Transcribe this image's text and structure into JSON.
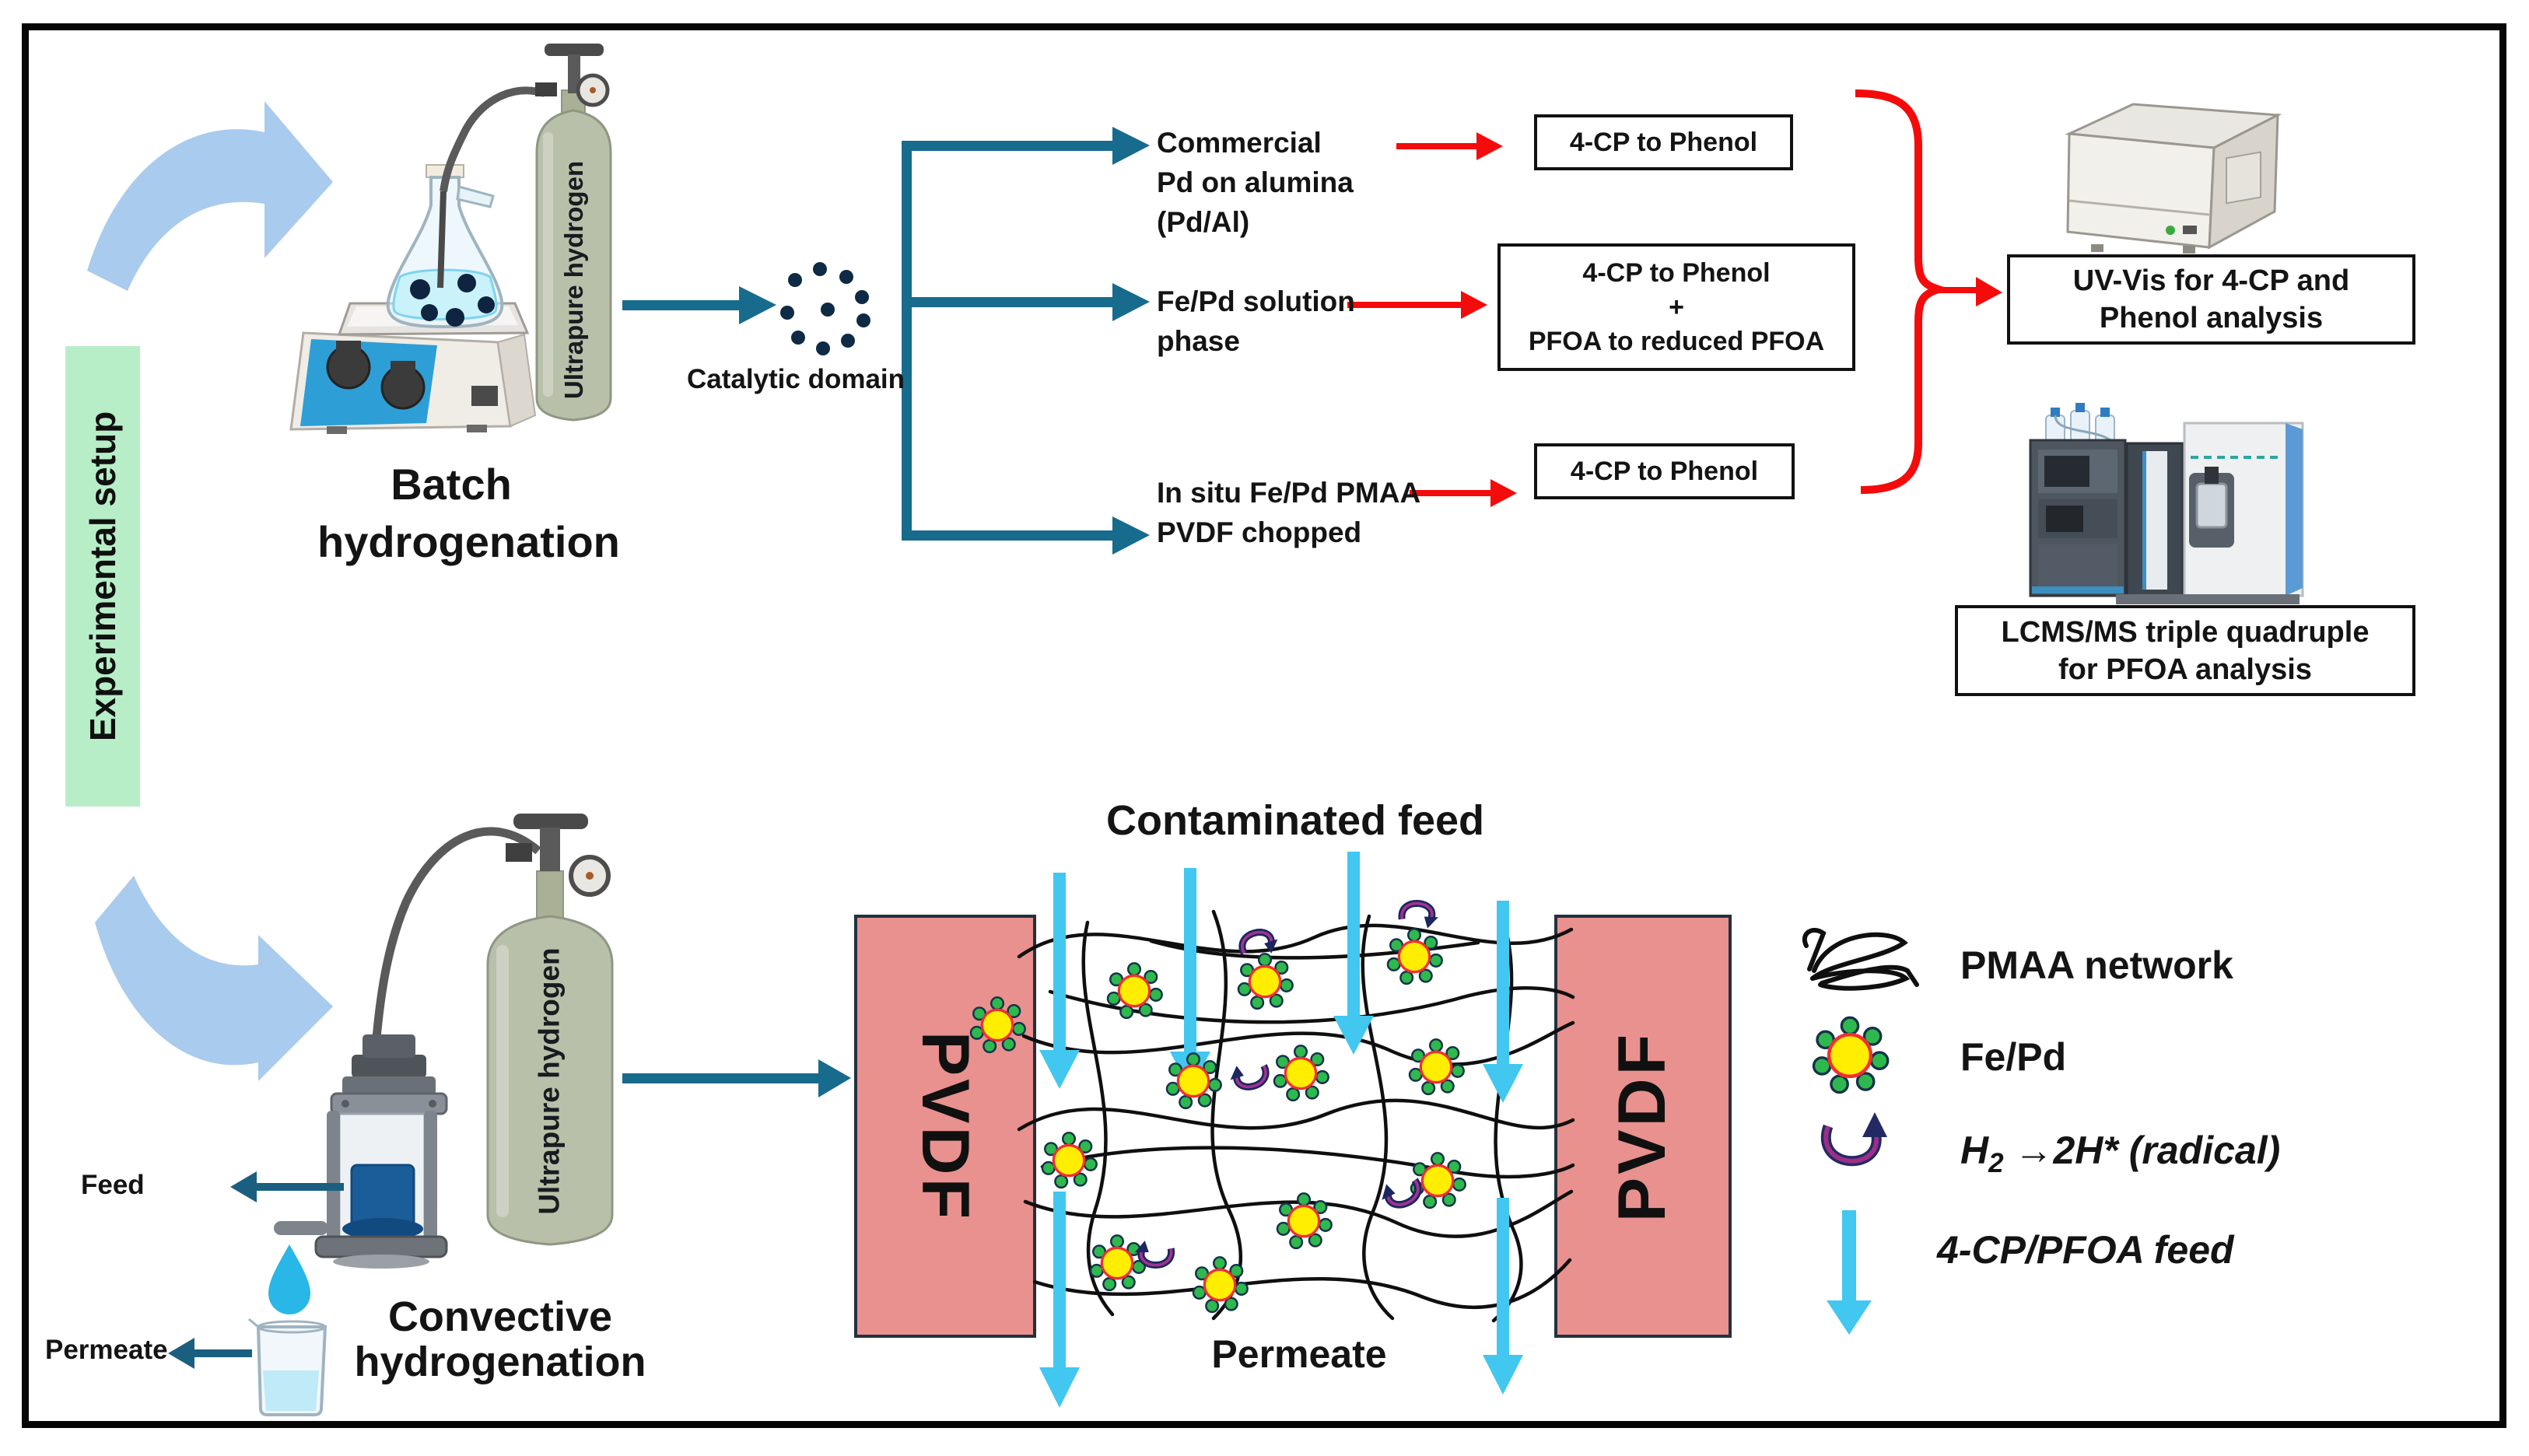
{
  "sidebar": {
    "label": "Experimental setup"
  },
  "batch": {
    "title_lines": [
      "Batch",
      "hydrogenation"
    ],
    "cylinder_label": "Ultrapure hydrogen",
    "catalytic_label": "Catalytic domain"
  },
  "branches": {
    "b1_lines": [
      "Commercial",
      "Pd on alumina",
      "(Pd/Al)"
    ],
    "b2_lines": [
      "Fe/Pd solution",
      "phase"
    ],
    "b3_lines": [
      "In situ Fe/Pd PMAA",
      "PVDF chopped"
    ]
  },
  "results": {
    "box1": "4-CP to Phenol",
    "box2_lines": [
      "4-CP to Phenol",
      "+",
      "PFOA to reduced PFOA"
    ],
    "box3": "4-CP to Phenol"
  },
  "analysis": {
    "uvvis_lines": [
      "UV-Vis for 4-CP and",
      "Phenol analysis"
    ],
    "lcms_lines": [
      "LCMS/MS triple quadruple",
      "for PFOA analysis"
    ]
  },
  "convective": {
    "title_lines": [
      "Convective",
      "hydrogenation"
    ],
    "cylinder_label": "Ultrapure hydrogen",
    "feed_label": "Feed",
    "permeate_label": "Permeate"
  },
  "membrane": {
    "top_label": "Contaminated feed",
    "bottom_label": "Permeate",
    "pvdf_label": "PVDF"
  },
  "legend": {
    "pmaa": "PMAA network",
    "fepd": "Fe/Pd",
    "h2_base": "H",
    "h2_sub": "2",
    "h2_rest": " →2H* (radical)",
    "feed": "4-CP/PFOA feed"
  },
  "colors": {
    "teal_arrow": "#176b8d",
    "cyan_arrow": "#41c7f0",
    "red_accent": "#f40b0b",
    "pvdf_pink": "#e8918e",
    "sidebar_green": "#b7eec8",
    "flow_blue": "#a9cbee",
    "cylinder_sage": "#b9c0a9",
    "particle_core": "#ffee00",
    "particle_dots": "#2db94d",
    "liquid_blue": "#1b5d99"
  }
}
